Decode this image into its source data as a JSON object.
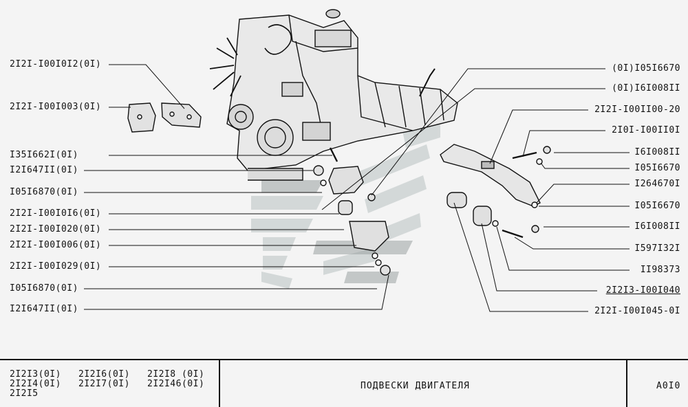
{
  "left_labels": [
    "2I2I-I00I0I2(0I)",
    "2I2I-I00I003(0I)",
    "I35I662I(0I)",
    "I2I647II(0I)",
    "I05I6870(0I)",
    "2I2I-I00I0I6(0I)",
    "2I2I-I00I020(0I)",
    "2I2I-I00I006(0I)",
    "2I2I-I00I029(0I)",
    "I05I6870(0I)",
    "I2I647II(0I)"
  ],
  "right_labels": [
    "(0I)I05I6670",
    "(0I)I6I008II",
    "2I2I-I00II00-20",
    "2I0I-I00II0I",
    "I6I008II",
    "I05I6670",
    "I264670I",
    "I05I6670",
    "I6I008II",
    "I597I32I",
    "II98373",
    "2I2I3-I00I040",
    "2I2I-I00I045-0I"
  ],
  "title_block": {
    "models": [
      "2I2I3(0I)",
      "2I2I6(0I)",
      "2I2I8 (0I)",
      "2I2I4(0I)",
      "2I2I7(0I)",
      "2I2I46(0I)",
      "2I2I5"
    ],
    "title": "ПОДВЕСКИ  ДВИГАТЕЛЯ",
    "code": "A0I0"
  }
}
